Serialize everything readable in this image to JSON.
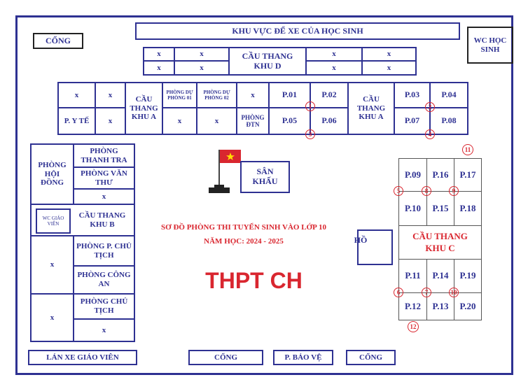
{
  "gate_top": "CỔNG",
  "parking_students": "KHU VỰC ĐỂ XE CỦA HỌC SINH",
  "wc_students": "WC HỌC SINH",
  "khu_d": {
    "stair": "CẦU THANG KHU D",
    "x": "x"
  },
  "main_row1": [
    "x",
    "x",
    "PHÒNG DỰ PHÒNG 01",
    "PHÒNG DỰ PHÒNG 02",
    "x",
    "P.01",
    "P.02",
    "P.03",
    "P.04"
  ],
  "main_row2": [
    "P. Y TẾ",
    "x",
    "x",
    "x",
    "PHÒNG ĐTN",
    "P.05",
    "P.06",
    "P.07",
    "P.08"
  ],
  "stair_a": "CẦU THANG KHU A",
  "left": {
    "hoi_dong": "PHÒNG HỘI ĐỒNG",
    "thanh_tra": "PHÒNG THANH TRA",
    "van_thu": "PHÒNG VĂN THƯ",
    "x": "x",
    "wc_teacher": "WC GIÁO VIÊN",
    "stair_b": "CẦU THANG KHU B",
    "pho_chu_tich": "PHÒNG P. CHỦ TỊCH",
    "cong_an": "PHÒNG CÔNG AN",
    "chu_tich": "PHÒNG CHỦ TỊCH"
  },
  "stage": "SÂN KHẤU",
  "title_line1": "SƠ ĐỒ PHÒNG THI TUYỂN SINH VÀO LỚP 10",
  "title_line2": "NĂM HỌC: 2024 - 2025",
  "school": "THPT CH",
  "pond": "HỒ",
  "khu_c": {
    "rooms": [
      "P.09",
      "P.16",
      "P.17",
      "P.10",
      "P.15",
      "P.18",
      "P.11",
      "P.14",
      "P.19",
      "P.12",
      "P.13",
      "P.20"
    ],
    "stair": "CẦU THANG KHU C"
  },
  "markers": [
    "1",
    "2",
    "3",
    "4",
    "5",
    "6",
    "7",
    "8",
    "9",
    "10",
    "11",
    "12"
  ],
  "bottom": {
    "teacher_parking": "LÁN XE GIÁO VIÊN",
    "gate": "CỔNG",
    "guard": "P. BẢO VỆ",
    "gate2": "CỔNG"
  },
  "colors": {
    "navy": "#2e3192",
    "red": "#d9262f"
  }
}
